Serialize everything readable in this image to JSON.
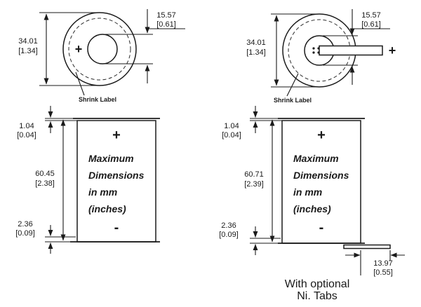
{
  "cell_top_views": {
    "shrink_label": "Shrink Label",
    "positive_sign": "+"
  },
  "side_views": {
    "positive_sign": "+",
    "negative_sign": "-",
    "note_line1": "Maximum",
    "note_line2": "Dimensions",
    "note_line3": "in mm",
    "note_line4": "(inches)"
  },
  "dimensions": {
    "cell_diameter": {
      "mm": "34.01",
      "inches": "[1.34]"
    },
    "terminal_diameter": {
      "mm": "15.57",
      "inches": "[0.61]"
    },
    "top_step": {
      "mm": "1.04",
      "inches": "[0.04]"
    },
    "height_standard": {
      "mm": "60.45",
      "inches": "[2.38]"
    },
    "height_tabbed": {
      "mm": "60.71",
      "inches": "[2.39]"
    },
    "bottom_step": {
      "mm": "2.36",
      "inches": "[0.09]"
    },
    "tab_length": {
      "mm": "13.97",
      "inches": "[0.55]"
    }
  },
  "caption": {
    "line1": "With optional",
    "line2": "Ni. Tabs"
  }
}
